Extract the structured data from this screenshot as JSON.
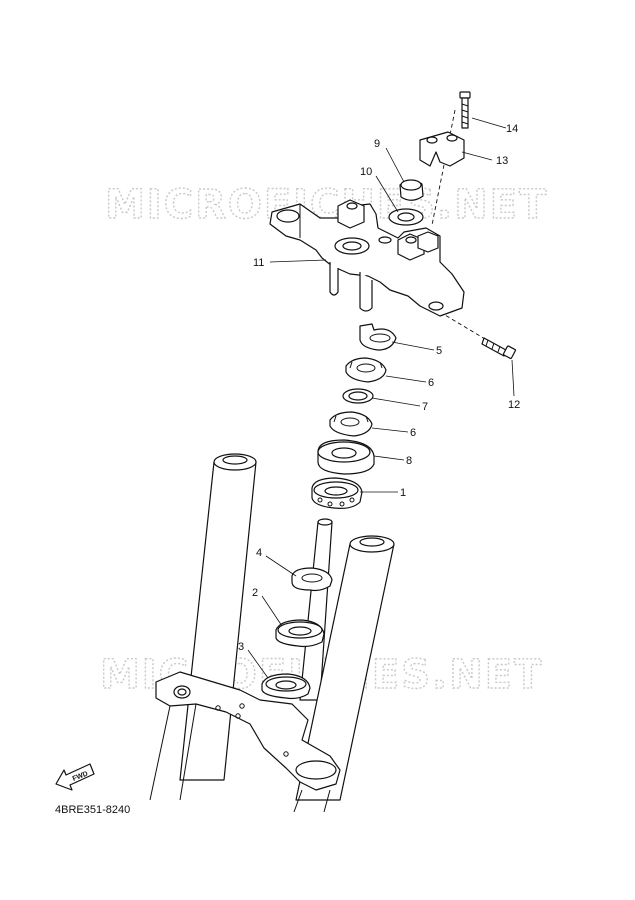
{
  "watermark": "MICROFICHES.NET",
  "diagram_code": "4BRE351-8240",
  "fwd_label": "FWD",
  "callouts": {
    "c14": "14",
    "c13": "13",
    "c9": "9",
    "c10": "10",
    "c11": "11",
    "c5": "5",
    "c6a": "6",
    "c7": "7",
    "c6b": "6",
    "c8": "8",
    "c1": "1",
    "c12": "12",
    "c4": "4",
    "c2": "2",
    "c3": "3"
  }
}
